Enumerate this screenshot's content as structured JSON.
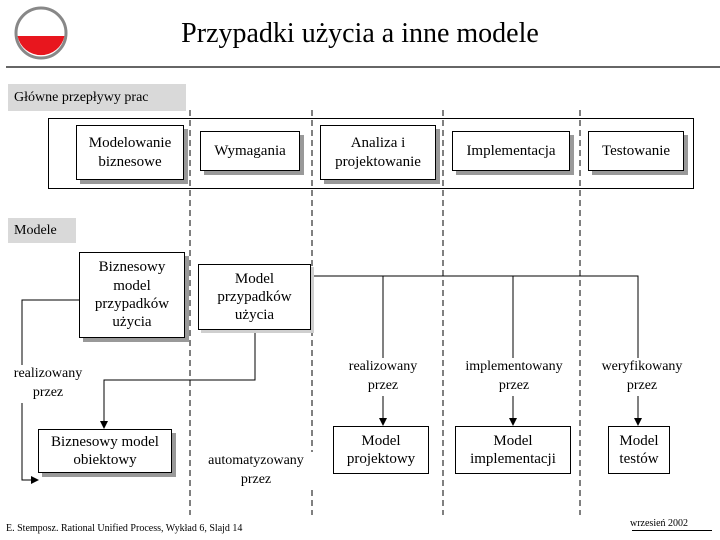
{
  "title": "Przypadki użycia a inne modele",
  "sections": {
    "flows_label": "Główne przepływy prac",
    "models_label": "Modele"
  },
  "workflows": [
    {
      "line1": "Modelowanie",
      "line2": "biznesowe"
    },
    {
      "line1": "Wymagania",
      "line2": ""
    },
    {
      "line1": "Analiza i",
      "line2": "projektowanie"
    },
    {
      "line1": "Implementacja",
      "line2": ""
    },
    {
      "line1": "Testowanie",
      "line2": ""
    }
  ],
  "models": {
    "business_use_case": [
      "Biznesowy",
      "model",
      "przypadków",
      "użycia"
    ],
    "use_case": [
      "Model",
      "przypadków",
      "użycia"
    ],
    "business_object": [
      "Biznesowy model",
      "obiektowy"
    ],
    "design": [
      "Model",
      "projektowy"
    ],
    "implementation": [
      "Model",
      "implementacji"
    ],
    "test": [
      "Model",
      "testów"
    ]
  },
  "relations": {
    "realized_left": [
      "realizowany",
      "przez"
    ],
    "automated": [
      "automatyzowany",
      "przez"
    ],
    "realized_right": [
      "realizowany",
      "przez"
    ],
    "implemented": [
      "implementowany",
      "przez"
    ],
    "verified": [
      "weryfikowany",
      "przez"
    ]
  },
  "footer": {
    "left": "E. Stemposz. Rational Unified Process, Wykład 6, Slajd 14",
    "right": "wrzesień 2002"
  },
  "colors": {
    "logo_red": "#e8161e",
    "section_bg": "#d9d9d9",
    "shadow": "#999999"
  }
}
